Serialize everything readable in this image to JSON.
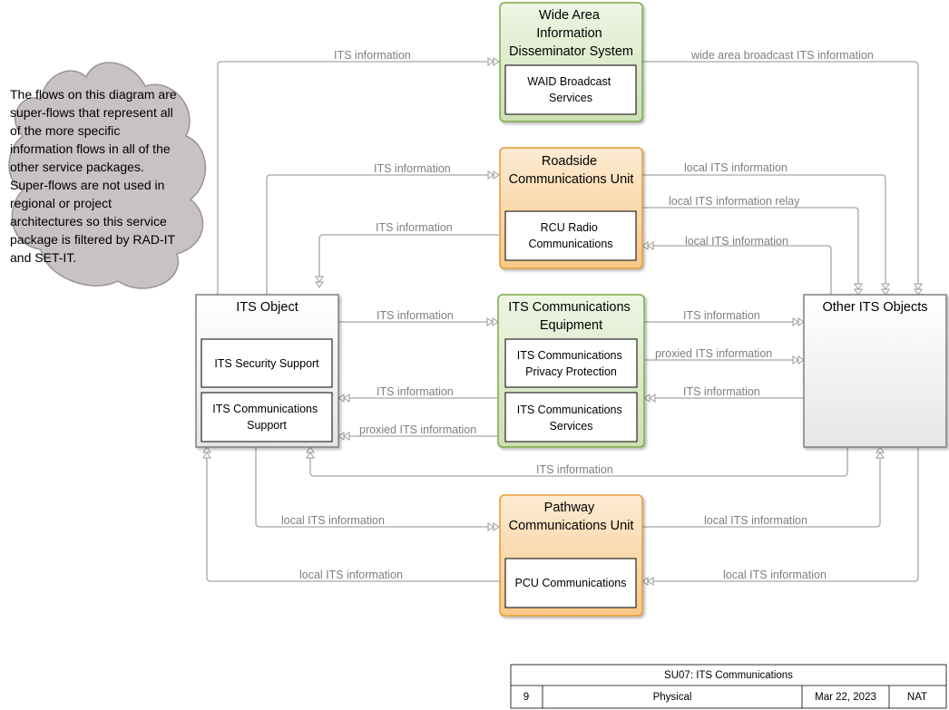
{
  "note": [
    "The flows on this diagram are",
    "super-flows that represent all",
    "of the more specific",
    "information flows in all of the",
    "other service packages.",
    "Super-flows are not used in",
    "regional or project",
    "architectures so this service",
    "package is filtered by RAD-IT",
    "and SET-IT."
  ],
  "nodes": {
    "waids": {
      "title": [
        "Wide Area",
        "Information",
        "Disseminator System"
      ],
      "sub": [
        "WAID Broadcast",
        "Services"
      ]
    },
    "rcu": {
      "title": [
        "Roadside",
        "Communications Unit"
      ],
      "sub": [
        "RCU Radio",
        "Communications"
      ]
    },
    "its_object": {
      "title": [
        "ITS Object"
      ],
      "sub1": [
        "ITS Security Support"
      ],
      "sub2": [
        "ITS Communications",
        "Support"
      ]
    },
    "its_equipment": {
      "title": [
        "ITS Communications",
        "Equipment"
      ],
      "sub1": [
        "ITS Communications",
        "Privacy Protection"
      ],
      "sub2": [
        "ITS Communications",
        "Services"
      ]
    },
    "other": {
      "title": [
        "Other ITS Objects"
      ]
    },
    "pcu": {
      "title": [
        "Pathway",
        "Communications Unit"
      ],
      "sub": [
        "PCU Communications"
      ]
    }
  },
  "flows": {
    "f1": "ITS information",
    "f2": "wide area broadcast ITS information",
    "f3": "ITS information",
    "f4": "local ITS information",
    "f5": "local ITS information relay",
    "f6": "ITS information",
    "f7": "local ITS information",
    "f8": "ITS information",
    "f9": "ITS information",
    "f10": "proxied ITS information",
    "f11": "ITS information",
    "f12": "ITS information",
    "f13": "proxied ITS information",
    "f14": "ITS information",
    "f15": "local ITS information",
    "f16": "local ITS information",
    "f17": "local ITS information",
    "f18": "local ITS information"
  },
  "colors": {
    "green_border": "#7cab48",
    "green_fill_top": "#eef5e4",
    "green_fill_bottom": "#cde0b4",
    "orange_border": "#e89a36",
    "orange_fill_top": "#fdebd3",
    "orange_fill_bottom": "#f8c886",
    "gray_border": "#7f7f7f",
    "cloud_fill": "#c8c2c2"
  },
  "footer": {
    "title": "SU07: ITS Communications",
    "number": "9",
    "view": "Physical",
    "date": "Mar 22, 2023",
    "scope": "NAT"
  }
}
